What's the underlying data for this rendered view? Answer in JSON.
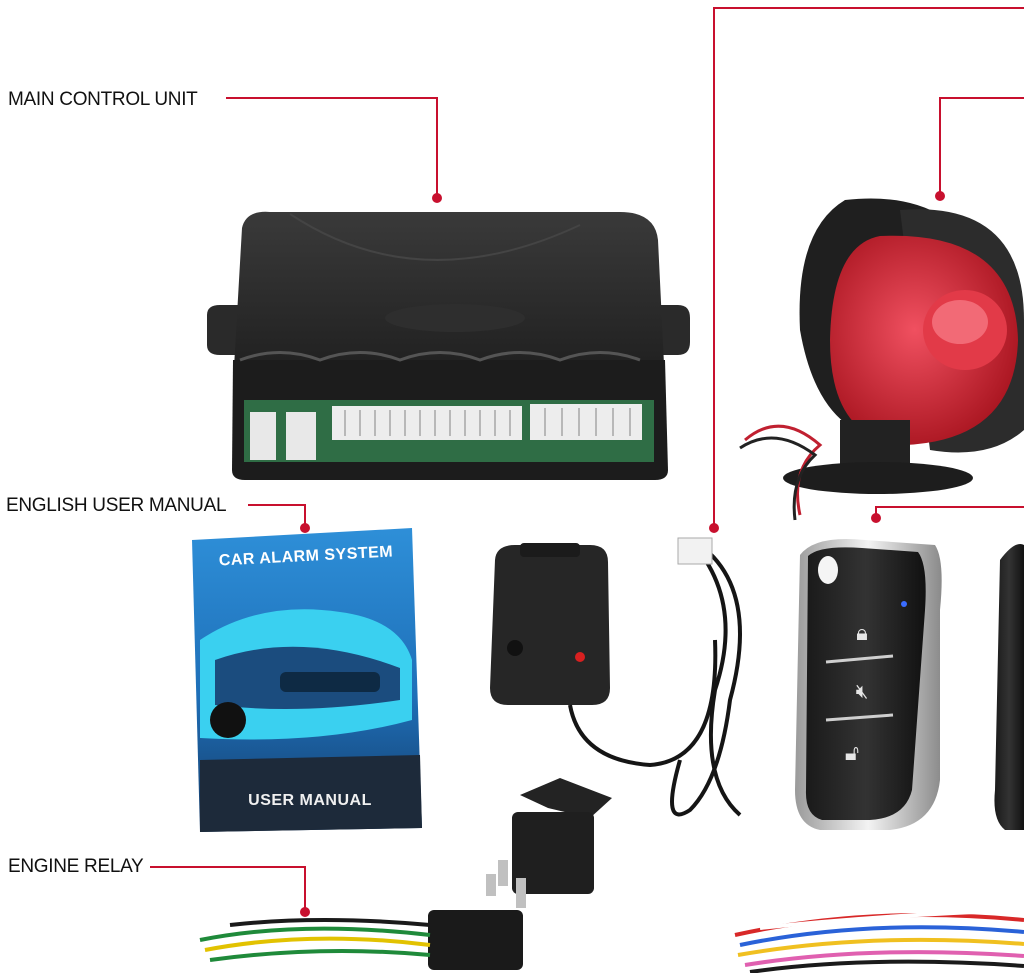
{
  "labels": {
    "main_control_unit": "MAIN CONTROL UNIT",
    "english_user_manual": "ENGLISH USER MANUAL",
    "engine_relay": "ENGINE RELAY"
  },
  "manual": {
    "title": "CAR ALARM SYSTEM",
    "footer": "USER MANUAL"
  },
  "colors": {
    "callout": "#c8102e",
    "unit_body": "#2b2b2b",
    "siren_red": "#d42a35",
    "manual_blue": "#2f8fd6"
  }
}
